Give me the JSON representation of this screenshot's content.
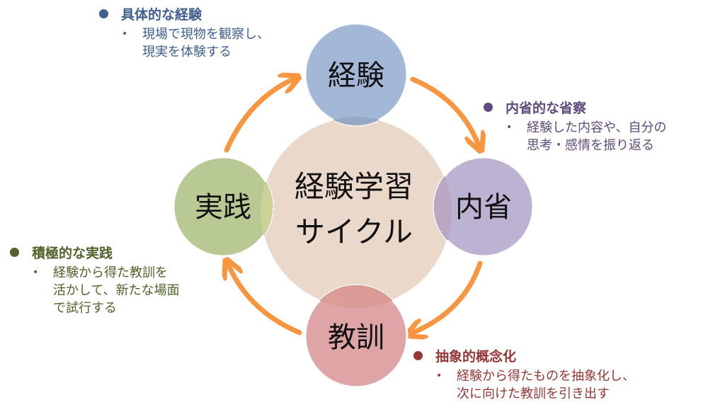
{
  "title": "経験学習サイクル",
  "center": {
    "lines": [
      "経験学習",
      "サイクル"
    ],
    "color": "#EAD9CB"
  },
  "stages": [
    {
      "id": "experience",
      "label": "経験",
      "color": "#A2B8D6",
      "position": "top"
    },
    {
      "id": "reflection",
      "label": "内省",
      "color": "#BCB2D2",
      "position": "right"
    },
    {
      "id": "lesson",
      "label": "教訓",
      "color": "#DFA4A5",
      "position": "bottom"
    },
    {
      "id": "practice",
      "label": "実践",
      "color": "#B9C994",
      "position": "left"
    }
  ],
  "arrow_color": "#F7963F",
  "notes": [
    {
      "id": "concrete-experience",
      "heading": "具体的な経験",
      "color": "#3E5F8F",
      "lines": [
        "現場で現物を観察し、",
        "現実を体験する"
      ]
    },
    {
      "id": "reflective-observation",
      "heading": "内省的な省察",
      "color": "#5E4A7E",
      "lines": [
        "経験した内容や、自分の",
        "思考・感情を振り返る"
      ]
    },
    {
      "id": "abstract-conceptualization",
      "heading": "抽象的概念化",
      "color": "#953735",
      "lines": [
        "経験から得たものを抽象化し、",
        "次に向けた教訓を引き出す"
      ]
    },
    {
      "id": "active-experimentation",
      "heading": "積極的な実践",
      "color": "#4F6228",
      "lines": [
        "経験から得た教訓を",
        "活かして、新たな場面",
        "で試行する"
      ]
    }
  ]
}
